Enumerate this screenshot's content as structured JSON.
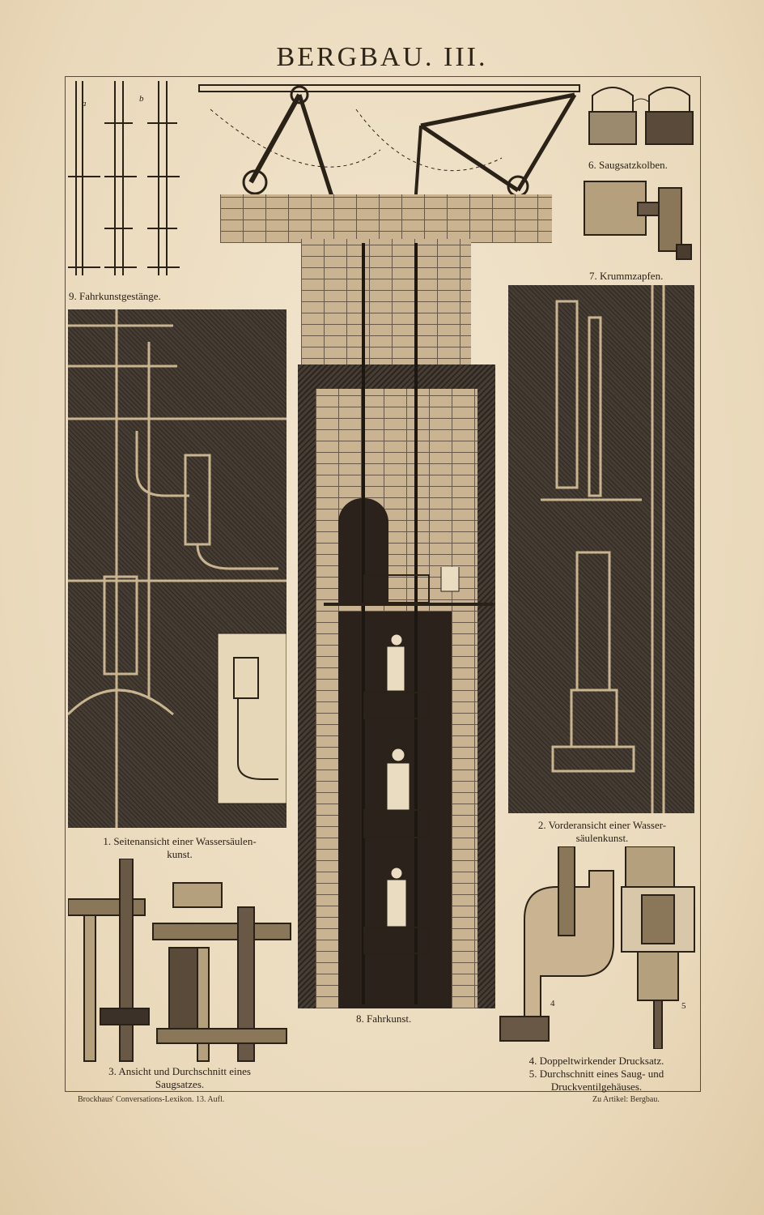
{
  "title": "BERGBAU. III.",
  "figures": {
    "fig1": "1. Seitenansicht einer Wassersäulen-",
    "fig1_line2": "kunst.",
    "fig2": "2. Vorderansicht einer Wasser-",
    "fig2_line2": "säulenkunst.",
    "fig3": "3. Ansicht und Durchschnitt eines",
    "fig3_line2": "Saugsatzes.",
    "fig4": "4. Doppeltwirkender Drucksatz.",
    "fig5": "5. Durchschnitt eines Saug- und",
    "fig5_line2": "Druckventilgehäuses.",
    "fig6": "6. Saugsatzkolben.",
    "fig7": "7. Krummzapfen.",
    "fig8": "8. Fahrkunst.",
    "fig9": "9. Fahrkunstgestänge."
  },
  "inset_marks": {
    "a": "a",
    "b": "b",
    "num4": "4",
    "num5": "5"
  },
  "footer": {
    "left": "Brockhaus' Conversations-Lexikon. 13. Aufl.",
    "right": "Zu Artikel: Bergbau."
  },
  "colors": {
    "paper": "#efe2c8",
    "ink": "#2a2117",
    "plate_dark": "#3b3128"
  }
}
